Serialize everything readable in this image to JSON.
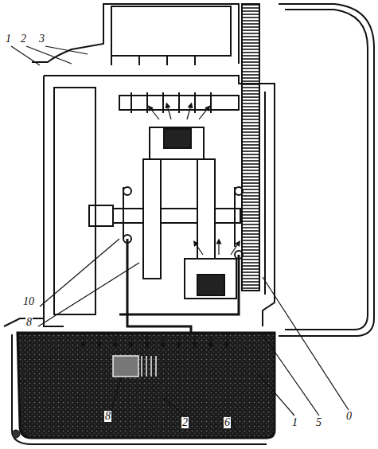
{
  "diagram": {
    "labels": [
      "1",
      "2",
      "3",
      "10",
      "8",
      "8",
      "2",
      "6",
      "1",
      "5",
      "0"
    ]
  }
}
